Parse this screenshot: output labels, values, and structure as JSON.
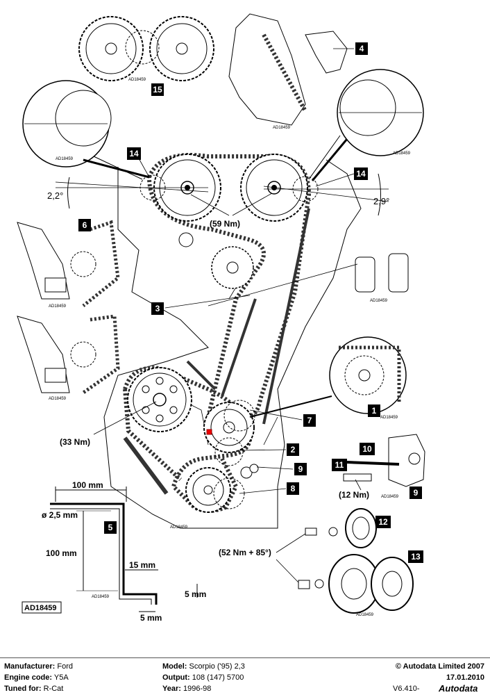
{
  "callouts": [
    "1",
    "2",
    "3",
    "4",
    "5",
    "6",
    "7",
    "8",
    "9",
    "10",
    "11",
    "12",
    "13",
    "14",
    "15"
  ],
  "torques": {
    "camshaft": "(59 Nm)",
    "idler": "(33 Nm)",
    "tensioner": "(12 Nm)",
    "pulley": "(52 Nm + 85°)"
  },
  "angles": {
    "left": "2,2°",
    "right": "2,9°"
  },
  "tool": {
    "width": "100 mm",
    "diameter": "ø 2,5  mm",
    "height": "100 mm",
    "offset": "15 mm",
    "step": "5 mm",
    "tip": "5 mm",
    "code": "AD18459"
  },
  "figure_code": "AD18459",
  "footer": {
    "manufacturer_label": "Manufacturer:",
    "manufacturer": "Ford",
    "engine_label": "Engine code:",
    "engine": "Y5A",
    "tuned_label": "Tuned for:",
    "tuned": "R-Cat",
    "model_label": "Model:",
    "model": "Scorpio ('95) 2,3",
    "output_label": "Output:",
    "output": "108 (147) 5700",
    "year_label": "Year:",
    "year": "1996-98",
    "copyright": "© Autodata Limited 2007",
    "date": "17.01.2010",
    "ref": "V6.410-",
    "brand": "Autodata"
  }
}
